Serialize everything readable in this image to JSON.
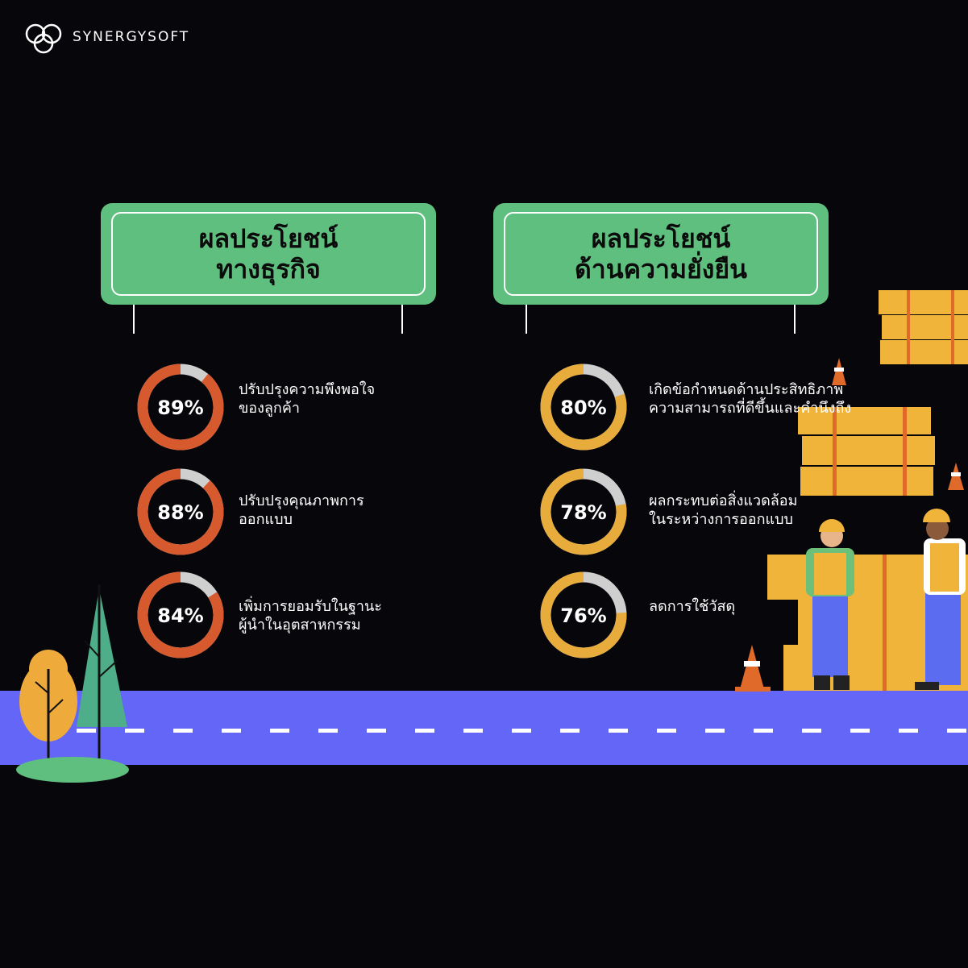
{
  "brand": {
    "name": "SYNERGYSOFT",
    "logo_icon": "synergy-rings-icon"
  },
  "signs": [
    {
      "lines": [
        "ผลประโยชน์",
        "ทางธุรกิจ"
      ]
    },
    {
      "lines": [
        "ผลประโยชน์",
        "ด้านความยั่งยืน"
      ]
    }
  ],
  "business": [
    {
      "percent": "89%",
      "value": 89,
      "text": [
        "ปรับปรุงความพึงพอใจ",
        "ของลูกค้า"
      ]
    },
    {
      "percent": "88%",
      "value": 88,
      "text": [
        "ปรับปรุงคุณภาพการ",
        "ออกแบบ"
      ]
    },
    {
      "percent": "84%",
      "value": 84,
      "text": [
        "เพิ่มการยอมรับในฐานะ",
        "ผู้นำในอุตสาหกรรม"
      ]
    }
  ],
  "sustainability": [
    {
      "percent": "80%",
      "value": 80,
      "text": [
        "เกิดข้อกำหนดด้านประสิทธิภาพ",
        "ความสามารถที่ดีขึ้นและคำนึงถึง"
      ]
    },
    {
      "percent": "78%",
      "value": 78,
      "text": [
        "ผลกระทบต่อสิ่งแวดล้อม",
        "ในระหว่างการออกแบบ"
      ]
    },
    {
      "percent": "76%",
      "value": 76,
      "text": [
        "ลดการใช้วัสดุ"
      ]
    }
  ],
  "colors": {
    "business_ring": "#d65a2e",
    "sustain_ring": "#e8ac3c",
    "ring_track": "#cfcfcf",
    "sign": "#5fbf7e",
    "road": "#6366f6"
  }
}
